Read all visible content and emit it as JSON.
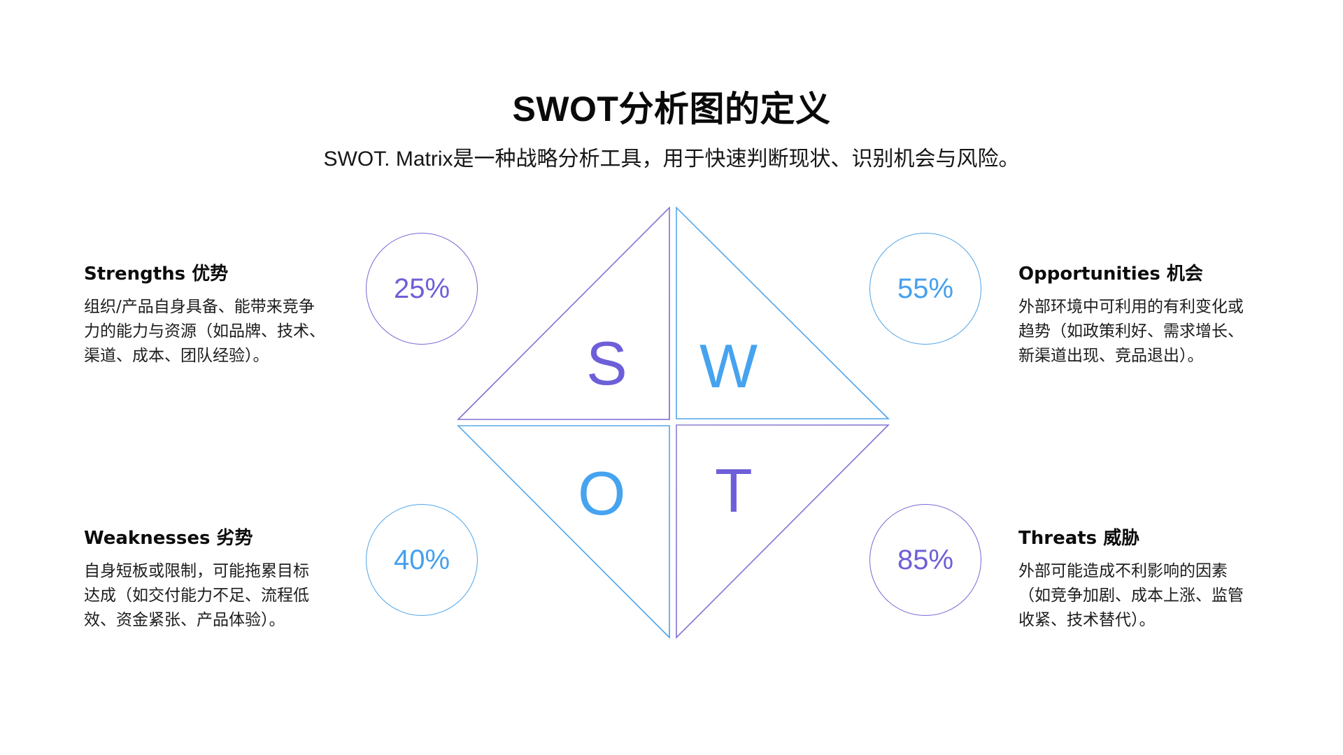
{
  "header": {
    "title": "SWOT分析图的定义",
    "subtitle": "SWOT. Matrix是一种战略分析工具，用于快速判断现状、识别机会与风险。"
  },
  "colors": {
    "purple": "#6d5fd8",
    "blue": "#46a3ef",
    "text": "#111111",
    "background": "#ffffff"
  },
  "diamond": {
    "letters": [
      "S",
      "W",
      "O",
      "T"
    ]
  },
  "quadrants": {
    "strengths": {
      "heading": "Strengths 优势",
      "lines": [
        "组织/产品自身具备、能带来竞争",
        "力的能力与资源（如品牌、技术、",
        "渠道、成本、团队经验）。"
      ],
      "percent": "25%",
      "color": "purple"
    },
    "opportunities": {
      "heading": "Opportunities 机会",
      "lines": [
        "外部环境中可利用的有利变化或",
        "趋势（如政策利好、需求增长、",
        "新渠道出现、竞品退出）。"
      ],
      "percent": "55%",
      "color": "blue"
    },
    "weaknesses": {
      "heading": "Weaknesses 劣势",
      "lines": [
        "自身短板或限制，可能拖累目标",
        "达成（如交付能力不足、流程低",
        "效、资金紧张、产品体验）。"
      ],
      "percent": "40%",
      "color": "blue"
    },
    "threats": {
      "heading": "Threats 威胁",
      "lines": [
        "外部可能造成不利影响的因素",
        "（如竞争加剧、成本上涨、监管",
        "收紧、技术替代）。"
      ],
      "percent": "85%",
      "color": "purple"
    }
  }
}
